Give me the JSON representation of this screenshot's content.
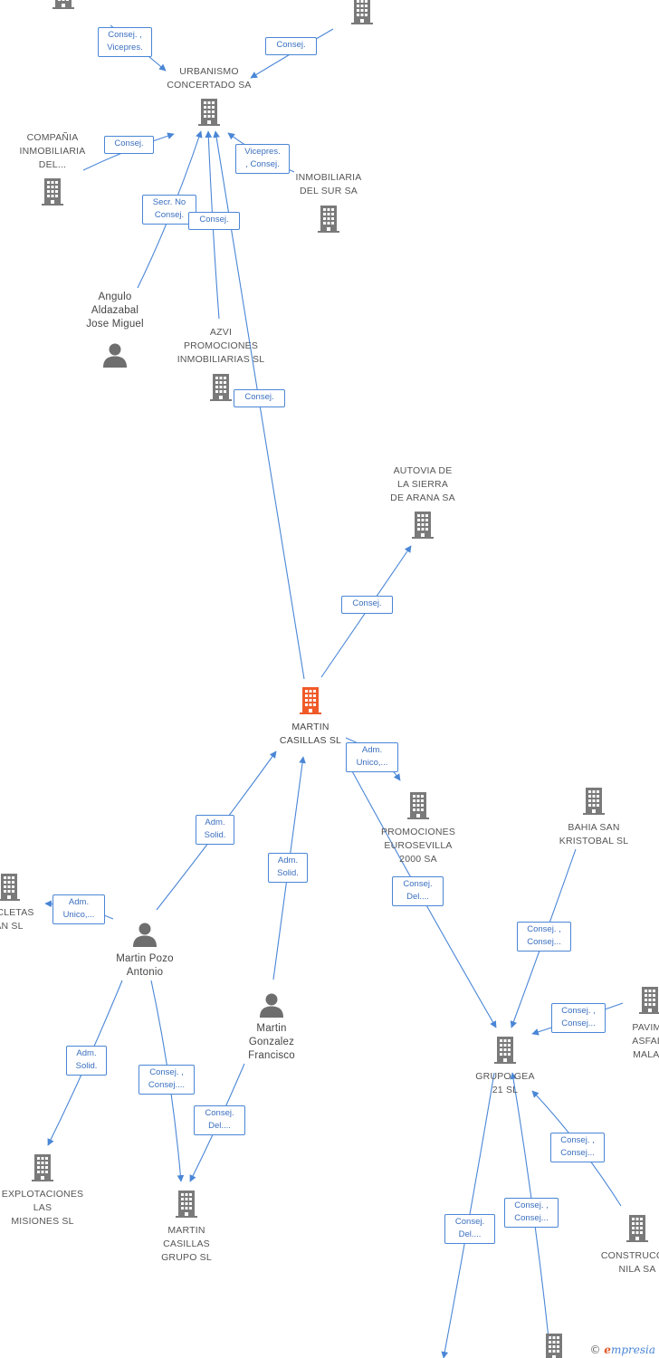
{
  "colors": {
    "edge": "#4a86d6",
    "node": "#7a7a7a",
    "focus": "#f05a28",
    "person": "#6e6e6e"
  },
  "nodes": [
    {
      "id": "urbanismo",
      "type": "company",
      "label": "URBANISMO\nCONCERTADO SA"
    },
    {
      "id": "compania",
      "type": "company",
      "label": "COMPAÑIA\nINMOBILIARIA\nDEL..."
    },
    {
      "id": "inmsur",
      "type": "company",
      "label": "INMOBILIARIA\nDEL SUR SA"
    },
    {
      "id": "angulo",
      "type": "person",
      "label": "Angulo\nAldazabal\nJose Miguel"
    },
    {
      "id": "azvi",
      "type": "company",
      "label": "AZVI\nPROMOCIONES\nINMOBILIARIAS SL"
    },
    {
      "id": "autovia",
      "type": "company",
      "label": "AUTOVIA DE\nLA SIERRA\nDE ARANA SA"
    },
    {
      "id": "martin_casillas",
      "type": "focus",
      "label": "MARTIN\nCASILLAS SL"
    },
    {
      "id": "promociones",
      "type": "company",
      "label": "PROMOCIONES\nEUROSEVILLA\n2000 SA"
    },
    {
      "id": "bahia",
      "type": "company",
      "label": "BAHIA SAN\nKRISTOBAL SL"
    },
    {
      "id": "bicicletas",
      "type": "company",
      "label": "ICICLETAS\nAN SL"
    },
    {
      "id": "pozo",
      "type": "person",
      "label": "Martin Pozo\nAntonio"
    },
    {
      "id": "gonzalez",
      "type": "person",
      "label": "Martin\nGonzalez\nFrancisco"
    },
    {
      "id": "gea",
      "type": "company",
      "label": "GRUPO GEA\n21 SL"
    },
    {
      "id": "pavimentos",
      "type": "company",
      "label": "PAVIME\nASFALT\nMALAG"
    },
    {
      "id": "explotaciones",
      "type": "company",
      "label": "EXPLOTACIONES\nLAS\nMISIONES SL"
    },
    {
      "id": "mc_grupo",
      "type": "company",
      "label": "MARTIN\nCASILLAS\nGRUPO SL"
    },
    {
      "id": "construcciones",
      "type": "company",
      "label": "CONSTRUCCIO\nNILA SA"
    },
    {
      "id": "top_left",
      "type": "company",
      "label": ""
    },
    {
      "id": "top_right",
      "type": "company",
      "label": ""
    },
    {
      "id": "bottom_right",
      "type": "company",
      "label": ""
    }
  ],
  "edges": [
    {
      "from": "top_left",
      "to": "urbanismo",
      "label": "Consej. ,\nVicepres."
    },
    {
      "from": "top_right",
      "to": "urbanismo",
      "label": "Consej."
    },
    {
      "from": "compania",
      "to": "urbanismo",
      "label": "Consej."
    },
    {
      "from": "inmsur",
      "to": "urbanismo",
      "label": "Vicepres.\n, Consej."
    },
    {
      "from": "angulo",
      "to": "urbanismo",
      "label": "Secr. No\nConsej."
    },
    {
      "from": "azvi",
      "to": "urbanismo",
      "label": "Consej."
    },
    {
      "from": "martin_casillas",
      "to": "urbanismo",
      "label": "Consej."
    },
    {
      "from": "martin_casillas",
      "to": "autovia",
      "label": "Consej."
    },
    {
      "from": "martin_casillas",
      "to": "promociones",
      "label": "Adm.\nUnico,..."
    },
    {
      "from": "martin_casillas",
      "to": "gea",
      "label": "Consej.\nDel...."
    },
    {
      "from": "pozo",
      "to": "martin_casillas",
      "label": "Adm.\nSolid."
    },
    {
      "from": "gonzalez",
      "to": "martin_casillas",
      "label": "Adm.\nSolid."
    },
    {
      "from": "pozo",
      "to": "bicicletas",
      "label": "Adm.\nUnico,..."
    },
    {
      "from": "pozo",
      "to": "explotaciones",
      "label": "Adm.\nSolid."
    },
    {
      "from": "pozo",
      "to": "mc_grupo",
      "label": "Consej. ,\nConsej...."
    },
    {
      "from": "gonzalez",
      "to": "mc_grupo",
      "label": "Consej.\nDel...."
    },
    {
      "from": "bahia",
      "to": "gea",
      "label": "Consej. ,\nConsej..."
    },
    {
      "from": "pavimentos",
      "to": "gea",
      "label": "Consej. ,\nConsej..."
    },
    {
      "from": "construcciones",
      "to": "gea",
      "label": "Consej. ,\nConsej..."
    },
    {
      "from": "gea",
      "to": "bottom_left_out",
      "label": "Consej.\nDel...."
    },
    {
      "from": "bottom_right",
      "to": "gea",
      "label": "Consej. ,\nConsej..."
    }
  ],
  "watermark": {
    "copyright": "©",
    "brand_initial": "e",
    "brand_rest": "mpresia"
  }
}
